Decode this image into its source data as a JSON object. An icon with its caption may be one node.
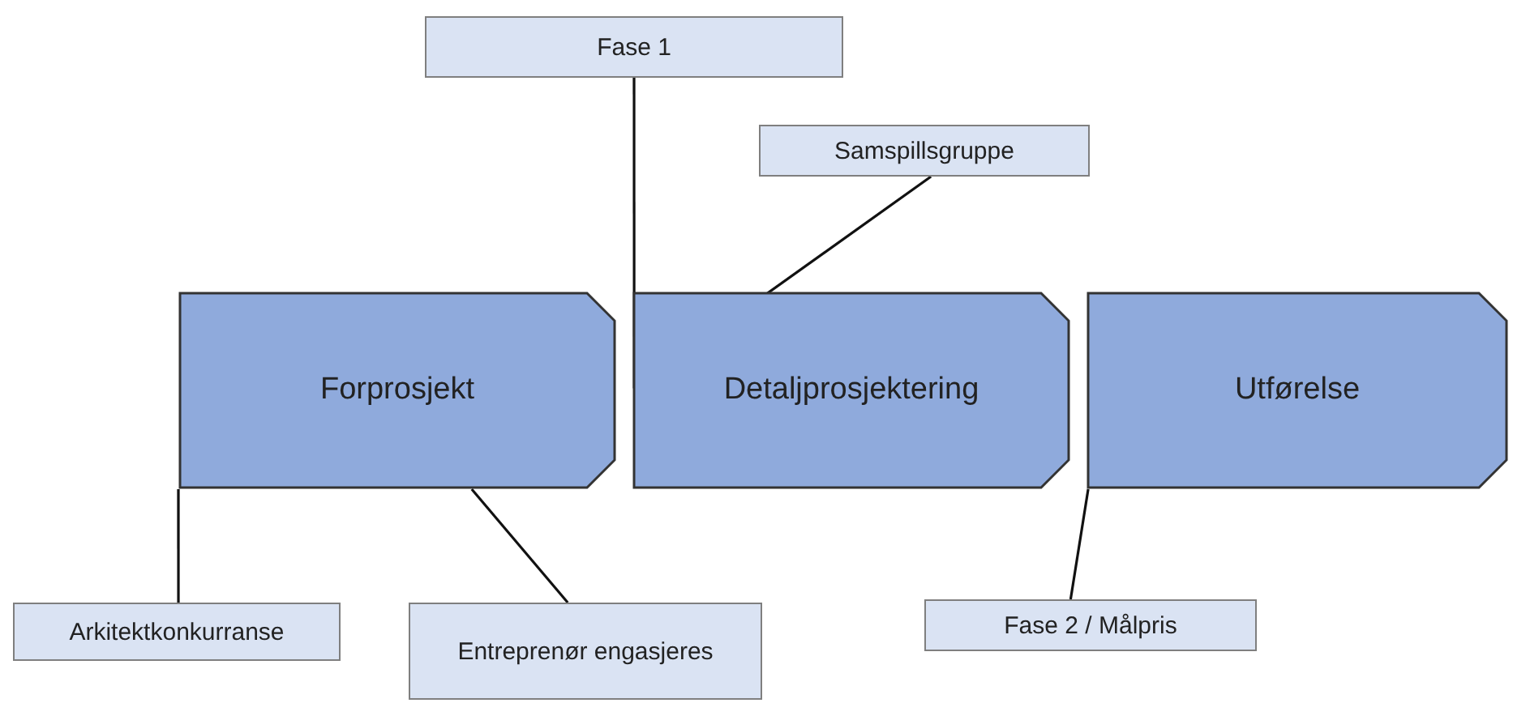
{
  "diagram": {
    "nodes": [
      {
        "text": [
          "Fase 1"
        ]
      },
      {
        "text": [
          "Samspillsgruppe"
        ]
      },
      {
        "text": [
          "Forprosjekt"
        ]
      },
      {
        "text": [
          "Detaljprosjektering"
        ]
      },
      {
        "text": [
          "Utførelse"
        ]
      },
      {
        "text": [
          "Arkitektkonkurranse"
        ]
      },
      {
        "text": [
          "Entreprenør engasjeres"
        ]
      },
      {
        "text": [
          "Fase 2 / Målpris"
        ]
      }
    ],
    "edges": [
      {
        "from": 0,
        "to": 3,
        "arrow": "none"
      },
      {
        "from": 1,
        "to": 3,
        "arrow": "none"
      },
      {
        "from": 5,
        "to": 2,
        "arrow": "none"
      },
      {
        "from": 6,
        "to": 2,
        "arrow": "none"
      },
      {
        "from": 7,
        "to": 4,
        "arrow": "none"
      }
    ]
  }
}
